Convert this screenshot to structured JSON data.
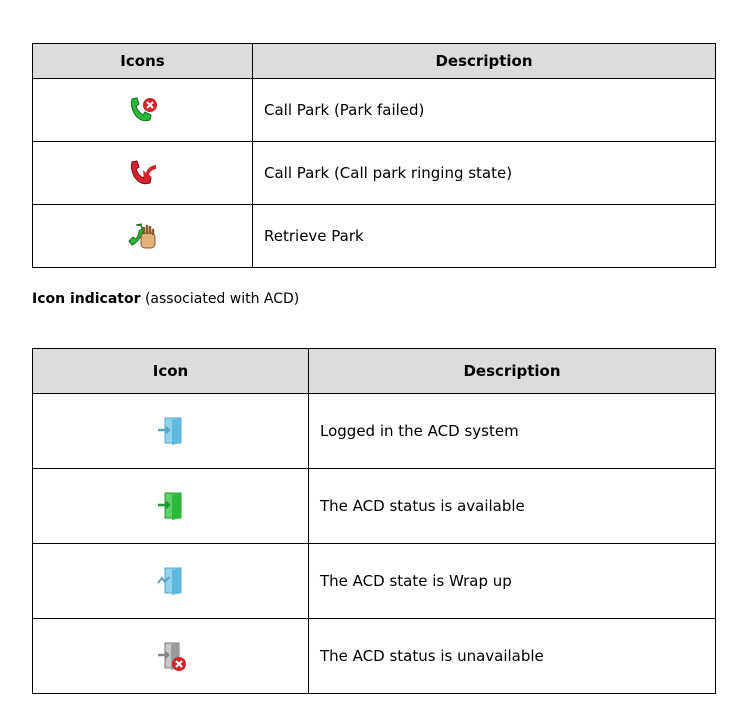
{
  "table1": {
    "headers": [
      "Icons",
      "Description"
    ],
    "rows": [
      {
        "icon": "call-park-failed-icon",
        "description": "Call Park (Park failed)"
      },
      {
        "icon": "call-park-ringing-icon",
        "description": "Call Park (Call park ringing state)"
      },
      {
        "icon": "retrieve-park-icon",
        "description": "Retrieve Park"
      }
    ]
  },
  "caption": {
    "bold": "Icon indicator",
    "rest": " (associated with ACD)"
  },
  "table2": {
    "headers": [
      "Icon",
      "Description"
    ],
    "rows": [
      {
        "icon": "acd-logged-in-icon",
        "description": "Logged in the ACD system"
      },
      {
        "icon": "acd-available-icon",
        "description": "The ACD status is available"
      },
      {
        "icon": "acd-wrap-up-icon",
        "description": "The ACD state is Wrap up"
      },
      {
        "icon": "acd-unavailable-icon",
        "description": "The ACD status is unavailable"
      }
    ]
  },
  "colors": {
    "header_bg": "#dcdcdc",
    "green": "#2db83a",
    "red": "#d3232e",
    "light_blue": "#8fd3ef",
    "gray": "#9a9a9a"
  }
}
